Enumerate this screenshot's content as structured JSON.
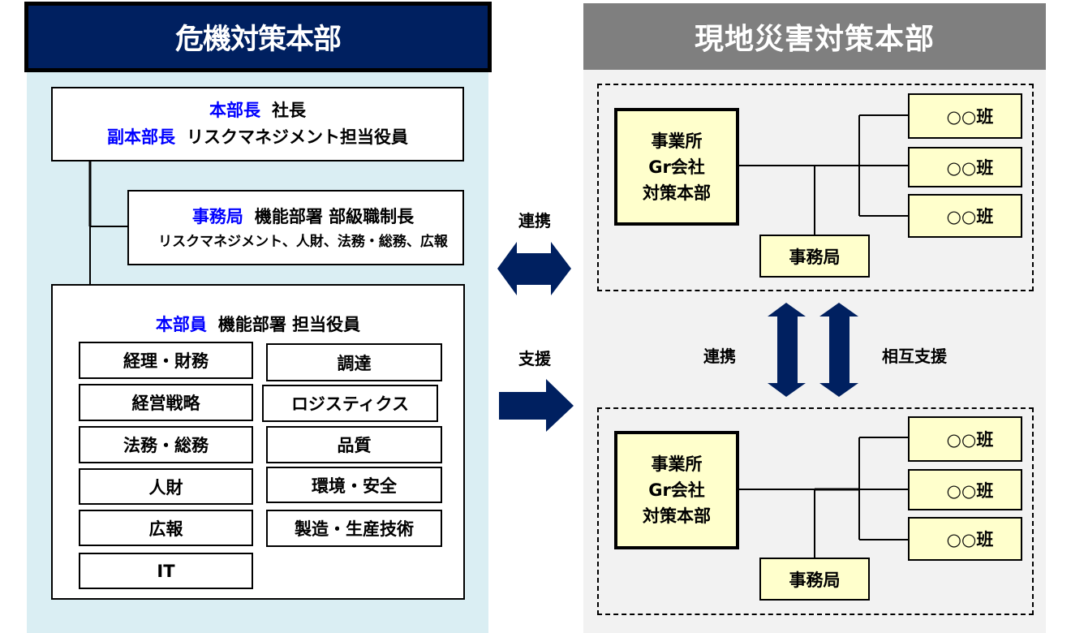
{
  "colors": {
    "navy": "#002060",
    "blue_label": "#0000FF",
    "left_panel": "#DAEEF3",
    "right_header": "#7F7F7F",
    "right_panel": "#F2F2F2",
    "unit_box_fill": "#FFFFCC"
  },
  "left": {
    "title": "危機対策本部",
    "head_box": {
      "line1_label": "本部長",
      "line1_value": "社長",
      "line2_label": "副本部長",
      "line2_value": "リスクマネジメント担当役員"
    },
    "secretariat_box": {
      "label": "事務局",
      "value": "機能部署 部級職制長",
      "detail": "リスクマネジメント、人財、法務・総務、広報"
    },
    "members_box": {
      "label": "本部員",
      "value": "機能部署 担当役員",
      "departments": [
        "経理・財務",
        "調達",
        "経営戦略",
        "ロジスティクス",
        "法務・総務",
        "品質",
        "人財",
        "環境・安全",
        "広報",
        "製造・生産技術",
        "IT"
      ]
    }
  },
  "middle": {
    "cooperation_label": "連携",
    "support_label": "支援"
  },
  "right": {
    "title": "現地災害対策本部",
    "units": [
      {
        "hq_lines": [
          "事業所",
          "Gr会社",
          "対策本部"
        ],
        "secretariat": "事務局",
        "teams": [
          "○○班",
          "○○班",
          "○○班"
        ]
      },
      {
        "hq_lines": [
          "事業所",
          "Gr会社",
          "対策本部"
        ],
        "secretariat": "事務局",
        "teams": [
          "○○班",
          "○○班",
          "○○班"
        ]
      }
    ],
    "cooperation_label": "連携",
    "mutual_support_label": "相互支援"
  }
}
